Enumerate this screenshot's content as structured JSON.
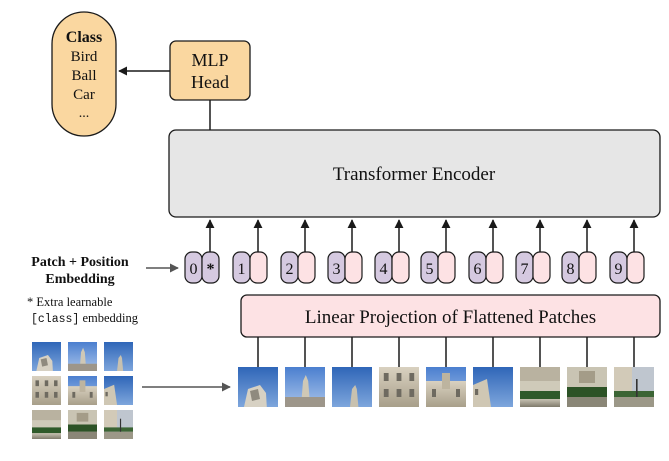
{
  "class_box": {
    "title": "Class",
    "items": [
      "Bird",
      "Ball",
      "Car",
      "..."
    ]
  },
  "mlp_head": {
    "line1": "MLP",
    "line2": "Head"
  },
  "transformer_encoder": {
    "label": "Transformer Encoder"
  },
  "embedding_label": {
    "line1": "Patch + Position",
    "line2": "Embedding"
  },
  "extra_note": {
    "line1": "* Extra learnable",
    "line2_mono": "[class]",
    "line2_rest": " embedding"
  },
  "tokens": [
    {
      "index": "0",
      "glyph": "*"
    },
    {
      "index": "1"
    },
    {
      "index": "2"
    },
    {
      "index": "3"
    },
    {
      "index": "4"
    },
    {
      "index": "5"
    },
    {
      "index": "6"
    },
    {
      "index": "7"
    },
    {
      "index": "8"
    },
    {
      "index": "9"
    }
  ],
  "linear_projection": {
    "label": "Linear Projection of Flattened Patches"
  },
  "colors": {
    "orange": "#fad7a0",
    "gray": "#e6e6e6",
    "purple": "#d5c9e0",
    "pink": "#fde2e4",
    "stroke": "#1a1a1a"
  }
}
